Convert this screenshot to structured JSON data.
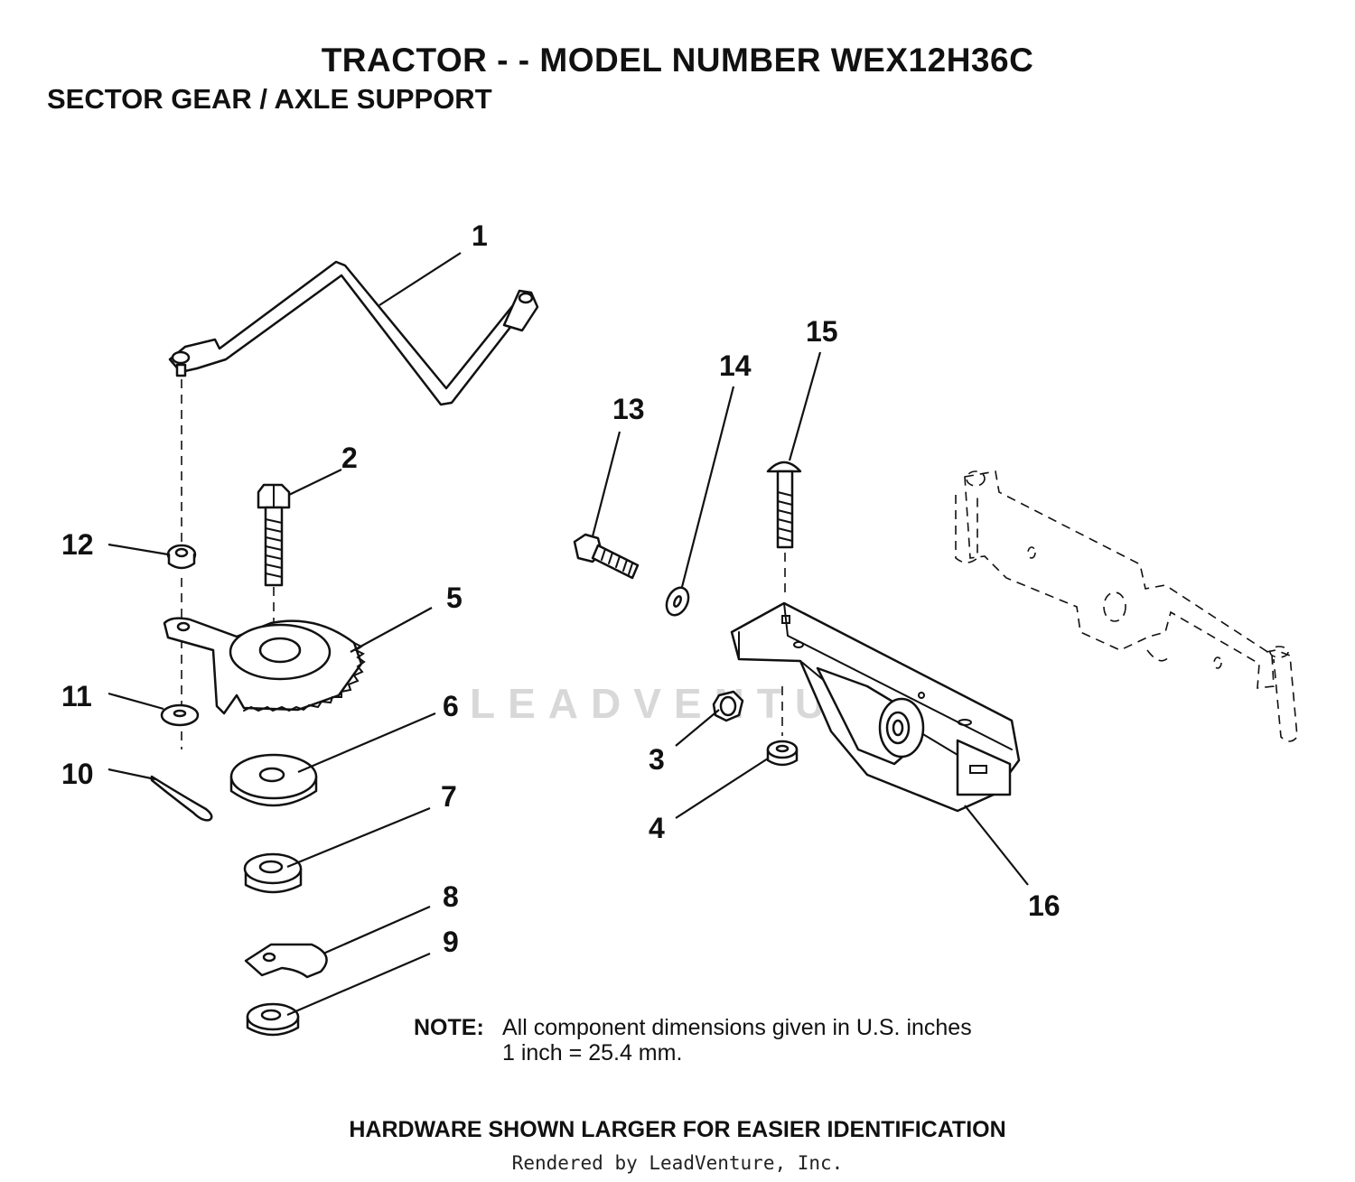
{
  "header": {
    "title": "TRACTOR - - MODEL NUMBER WEX12H36C",
    "subtitle": "SECTOR GEAR / AXLE SUPPORT"
  },
  "callouts": [
    "1",
    "2",
    "3",
    "4",
    "5",
    "6",
    "7",
    "8",
    "9",
    "10",
    "11",
    "12",
    "13",
    "14",
    "15",
    "16"
  ],
  "note": {
    "label": "NOTE:",
    "line1": "All component dimensions given in U.S. inches",
    "line2": "1 inch = 25.4 mm."
  },
  "footer": {
    "hardware": "HARDWARE SHOWN LARGER FOR EASIER IDENTIFICATION",
    "rendered_by": "Rendered by LeadVenture, Inc."
  },
  "watermark": "LEADVENTURE"
}
